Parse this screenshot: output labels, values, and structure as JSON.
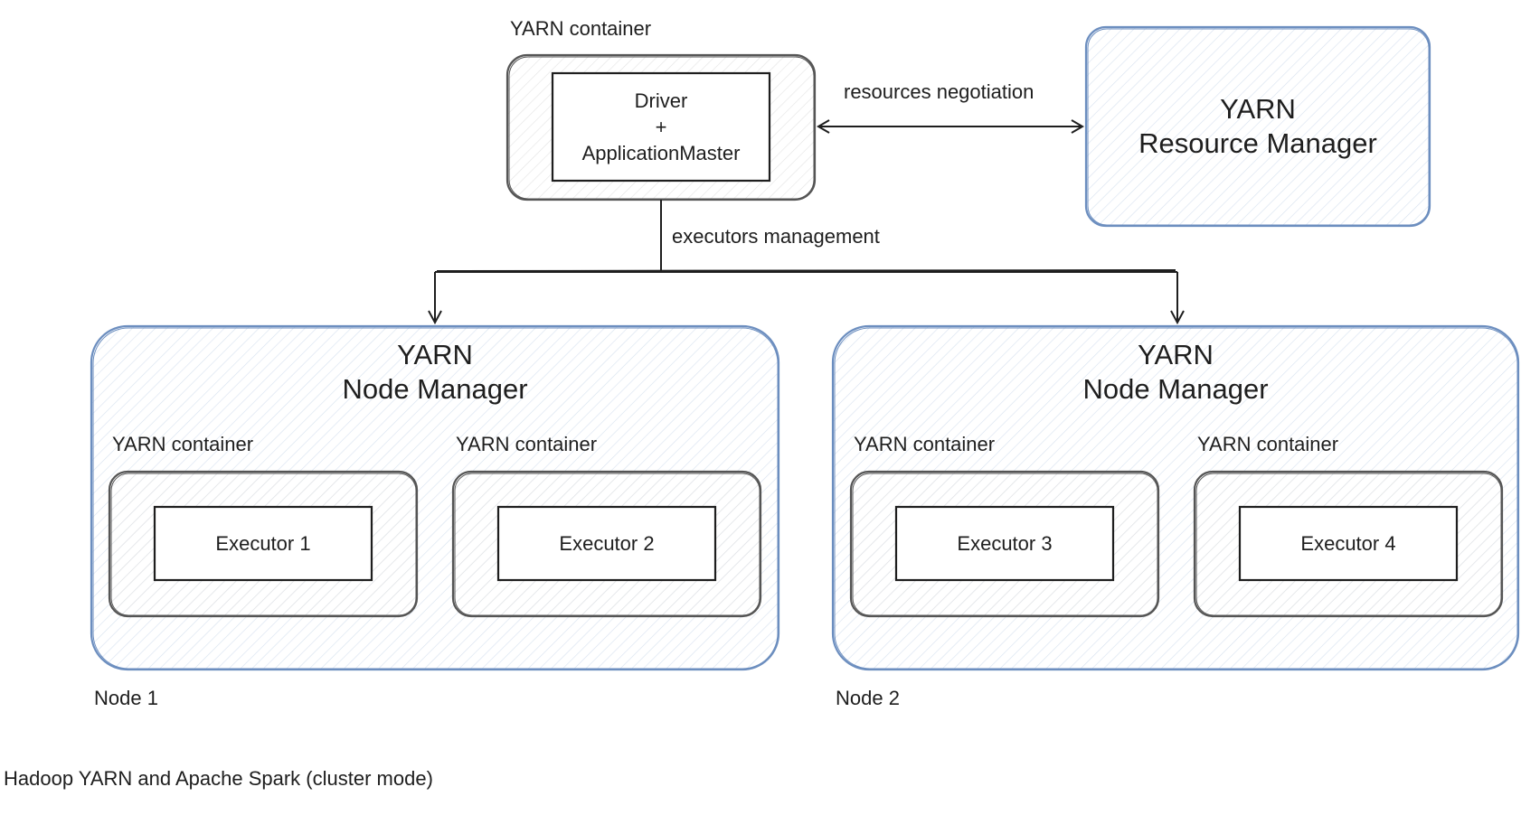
{
  "diagram": {
    "driver_container": {
      "label": "YARN container",
      "inner_lines": [
        "Driver",
        "+",
        "ApplicationMaster"
      ]
    },
    "resource_manager": {
      "line1": "YARN",
      "line2": "Resource Manager"
    },
    "edges": {
      "negotiation": "resources negotiation",
      "management": "executors management"
    },
    "nodes": [
      {
        "title1": "YARN",
        "title2": "Node Manager",
        "caption": "Node 1",
        "containers": [
          {
            "label": "YARN container",
            "executor": "Executor 1"
          },
          {
            "label": "YARN container",
            "executor": "Executor 2"
          }
        ]
      },
      {
        "title1": "YARN",
        "title2": "Node Manager",
        "caption": "Node 2",
        "containers": [
          {
            "label": "YARN container",
            "executor": "Executor 3"
          },
          {
            "label": "YARN container",
            "executor": "Executor 4"
          }
        ]
      }
    ],
    "caption": "Hadoop YARN and Apache Spark (cluster mode)",
    "colors": {
      "blue_stroke": "#6c8ebf",
      "dark_stroke": "#4a4a4a",
      "hatch_blue": "#dae4f1",
      "hatch_gray": "#e6e6e6"
    }
  }
}
